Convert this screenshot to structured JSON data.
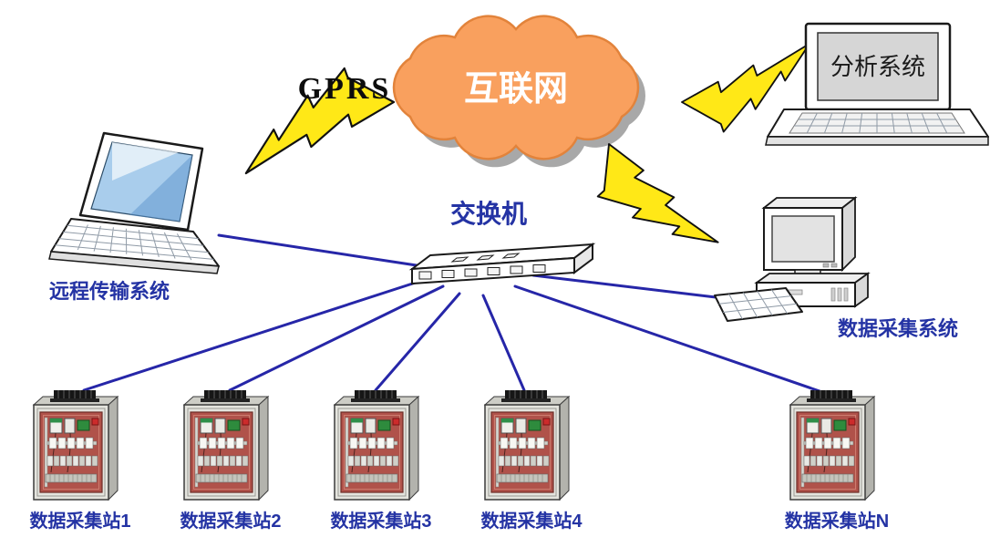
{
  "diagram": {
    "labels": {
      "gprs": "GPRS",
      "internet": "互联网",
      "switch": "交换机",
      "remote_system": "远程传输系统",
      "acquisition_system": "数据采集系统",
      "analysis_system": "分析系统"
    },
    "stations": [
      {
        "label": "数据采集站1"
      },
      {
        "label": "数据采集站2"
      },
      {
        "label": "数据采集站3"
      },
      {
        "label": "数据采集站4"
      },
      {
        "label": "数据采集站N"
      }
    ],
    "colors": {
      "cloud_fill": "#F9A05E",
      "cloud_stroke": "#E2833B",
      "lightning_fill": "#FFE817",
      "connection_line": "#2626A8",
      "label_blue": "#2433A4"
    }
  }
}
